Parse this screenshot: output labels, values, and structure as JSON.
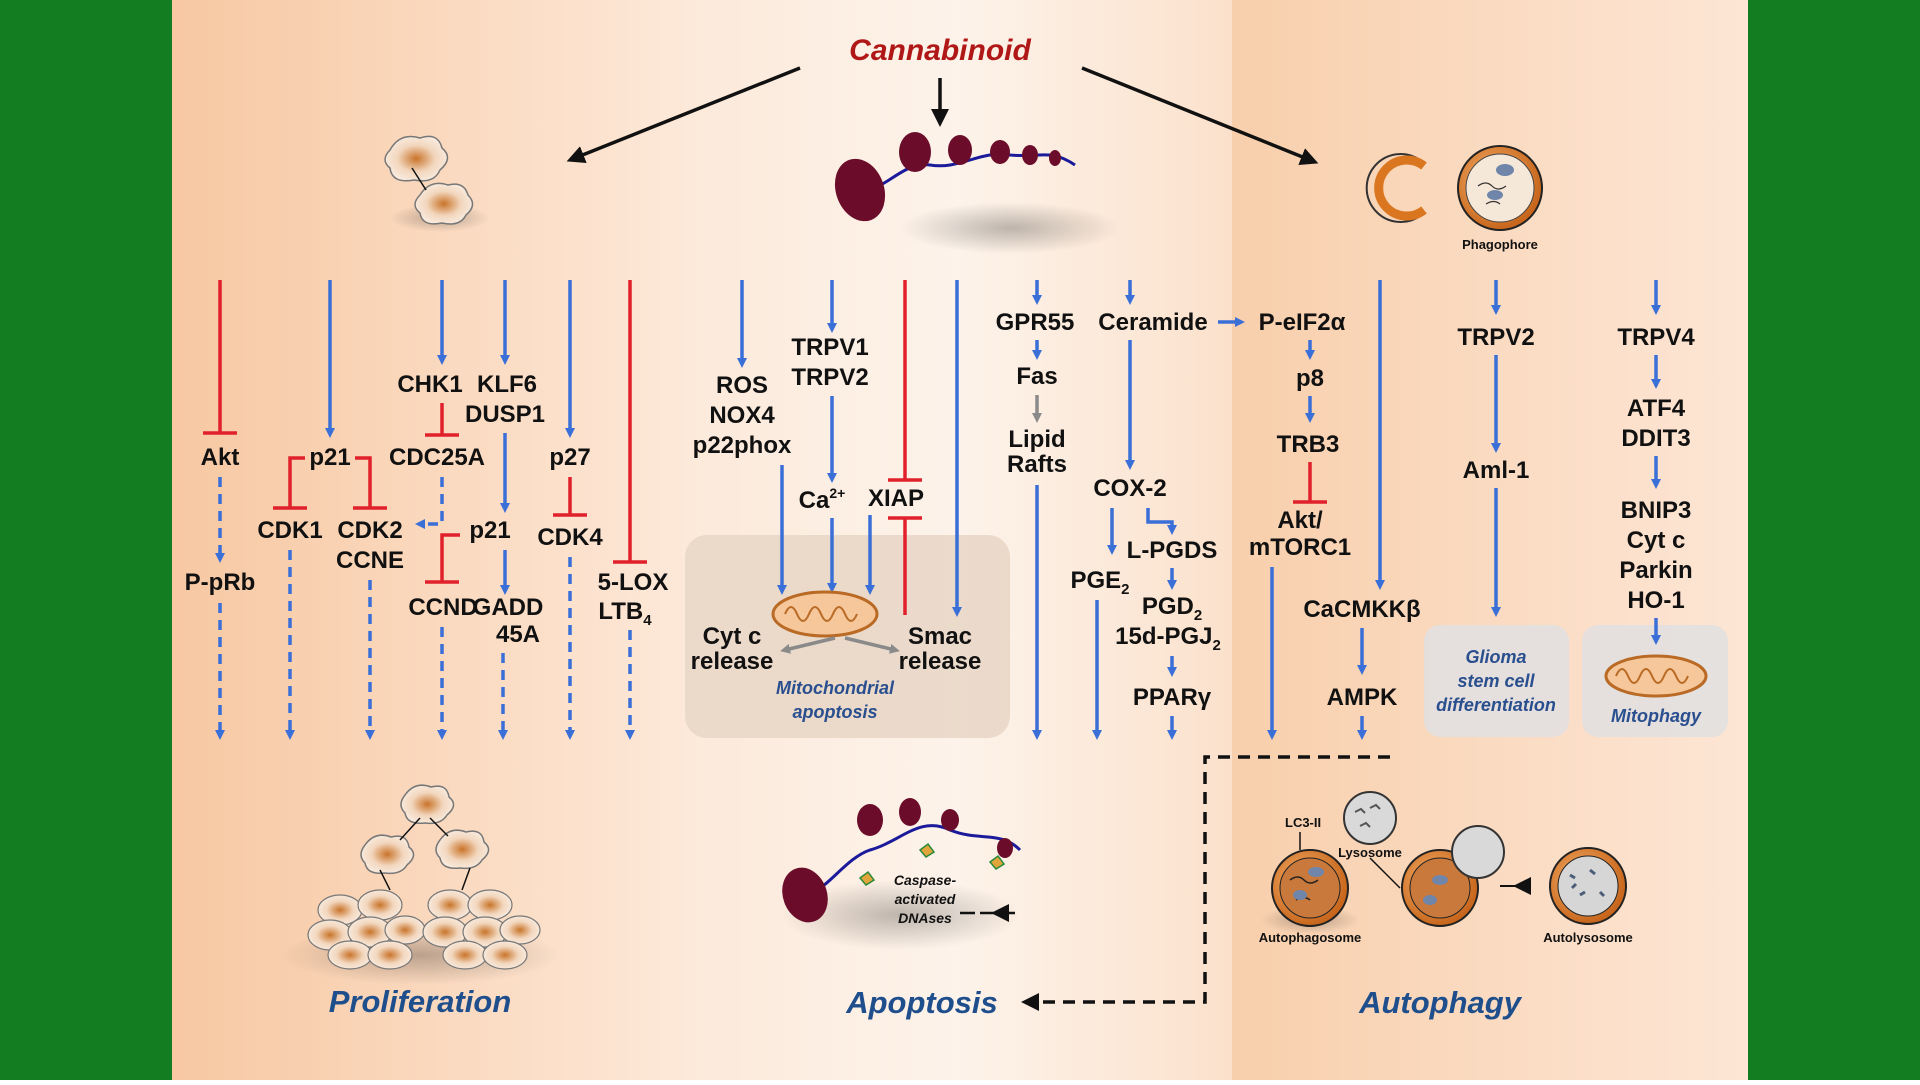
{
  "colors": {
    "frame": "#137d22",
    "panel_side": "#f7cca8",
    "panel_mid": "#fbe3d0",
    "blue_arrow": "#3a6fd8",
    "inhibit": "#e0202a",
    "title_red": "#b01818",
    "title_blue": "#1f4e8c"
  },
  "header": {
    "title": "Cannabinoid"
  },
  "sections": {
    "proliferation": "Proliferation",
    "apoptosis": "Apoptosis",
    "autophagy": "Autophagy"
  },
  "prolif": {
    "akt": "Akt",
    "pprb": "P-pRb",
    "p21a": "p21",
    "cdk1": "CDK1",
    "cdk2": "CDK2",
    "ccne": "CCNE",
    "chk1": "CHK1",
    "cdc25a": "CDC25A",
    "klf6": "KLF6",
    "dusp1": "DUSP1",
    "p21b": "p21",
    "ccnd": "CCND",
    "gadd1": "GADD",
    "gadd2": "45A",
    "p27": "p27",
    "cdk4": "CDK4",
    "lox": "5-LOX",
    "ltb": "LTB",
    "ltb_sub": "4"
  },
  "apop": {
    "ros": "ROS",
    "nox4": "NOX4",
    "p22phox": "p22phox",
    "trpv1": "TRPV1",
    "trpv2": "TRPV2",
    "ca": "Ca",
    "ca_sup": "2+",
    "xiap": "XIAP",
    "cytc1": "Cyt c",
    "cytc2": "release",
    "smac1": "Smac",
    "smac2": "release",
    "mito1": "Mitochondrial",
    "mito2": "apoptosis",
    "gpr55": "GPR55",
    "fas": "Fas",
    "lipid1": "Lipid",
    "lipid2": "Rafts",
    "ceramide": "Ceramide",
    "cox2": "COX-2",
    "pge": "PGE",
    "pge_sub": "2",
    "lpgds": "L-PGDS",
    "pgd": "PGD",
    "pgd_sub": "2",
    "pgj": "15d-PGJ",
    "pgj_sub": "2",
    "ppar": "PPARγ",
    "caspase1": "Caspase-",
    "caspase2": "activated",
    "caspase3": "DNAses"
  },
  "auto": {
    "peif": "P-eIF2α",
    "p8": "p8",
    "trb3": "TRB3",
    "akt1": "Akt/",
    "akt2": "mTORC1",
    "camkk": "CaCMKKβ",
    "ampk": "AMPK",
    "trpv2": "TRPV2",
    "aml": "Aml-1",
    "glioma1": "Glioma",
    "glioma2": "stem cell",
    "glioma3": "differentiation",
    "trpv4": "TRPV4",
    "atf4": "ATF4",
    "ddit3": "DDIT3",
    "bnip3": "BNIP3",
    "cytc": "Cyt c",
    "parkin": "Parkin",
    "ho1": "HO-1",
    "mitophagy": "Mitophagy",
    "phagophore": "Phagophore",
    "lc3": "LC3-II",
    "lysosome": "Lysosome",
    "autophagosome": "Autophagosome",
    "autolysosome": "Autolysosome"
  }
}
